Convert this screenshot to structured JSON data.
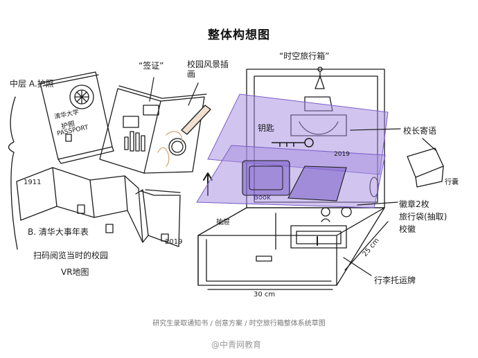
{
  "title": "整体构想图",
  "box_title": "“时空旅行箱”",
  "labels": {
    "passport_side": "中层 A.护照",
    "visa": "“签证”",
    "campus_scenery": "校园风景插画",
    "passport_cover_line1": "清华大学",
    "passport_cover_line2": "护照",
    "passport_cover_line3": "PASSPORT",
    "key": "钥匙",
    "year_2019": "2019",
    "year_1911": "1911",
    "timeline": "B. 清华大事年表",
    "scan_text": "扫码阅览当时的校园",
    "vr_map": "VR地图",
    "sundial": "校长寄语",
    "badge": "徽章2枚",
    "travel_bag": "旅行袋(抽取)",
    "school_badge": "校徽",
    "luggage_tag": "行李托运牌",
    "book_label": "Book",
    "drawer_label": "抽屉",
    "dim_width": "30 cm",
    "dim_depth": "25 cm",
    "mini_box": "行囊"
  },
  "caption": "研究生录取通知书 / 创意方案 / 时空旅行箱整体系统草图",
  "watermark": "@中青网教育",
  "colors": {
    "purple": "#a48be0",
    "purple_dark": "#7a5cc9",
    "ink": "#1a1a1a"
  }
}
